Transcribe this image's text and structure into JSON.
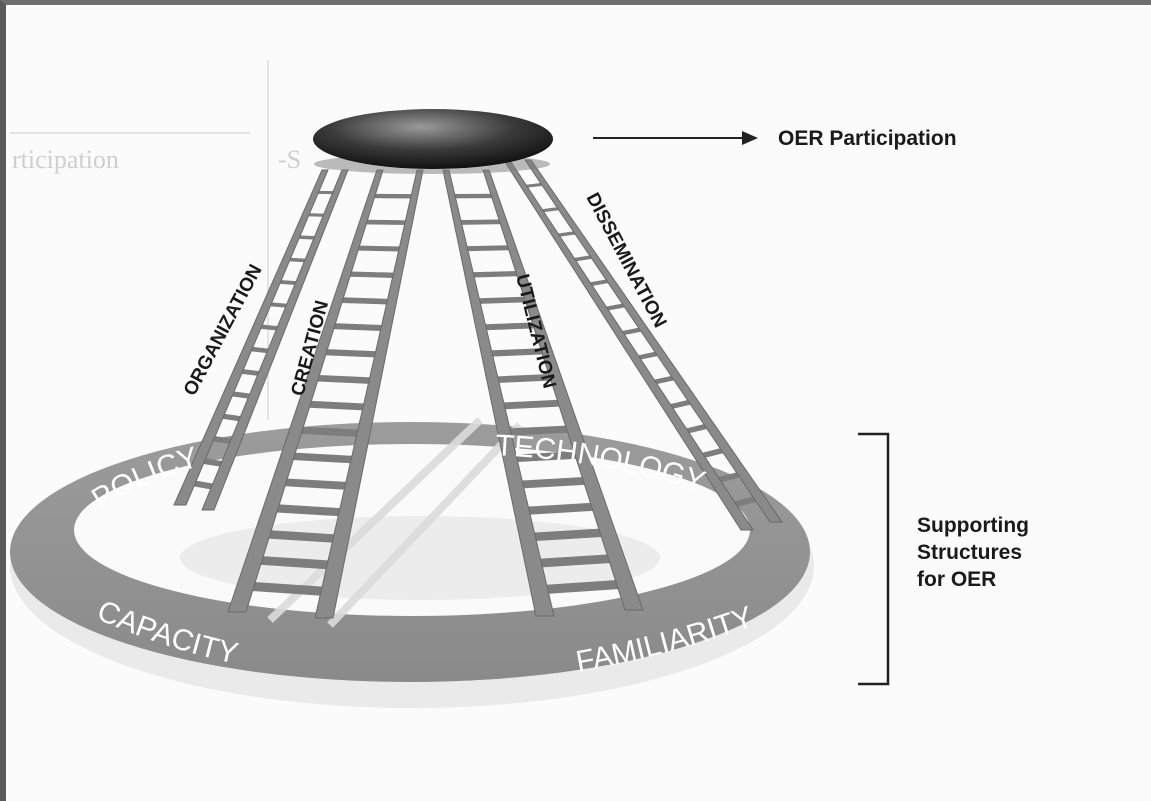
{
  "diagram": {
    "top_label": "OER Participation",
    "ladders": [
      {
        "label": "ORGANIZATION"
      },
      {
        "label": "CREATION"
      },
      {
        "label": "UTILIZATION"
      },
      {
        "label": "DISSEMINATION"
      }
    ],
    "ring_labels": {
      "back_left": "POLICY",
      "back_right": "TECHNOLOGY",
      "front_left": "CAPACITY",
      "front_right": "FAMILIARITY"
    },
    "bracket_label": {
      "line1": "Supporting",
      "line2": "Structures",
      "line3": "for OER"
    },
    "background_text": {
      "line1": "rticipation",
      "line2": "-S"
    }
  }
}
